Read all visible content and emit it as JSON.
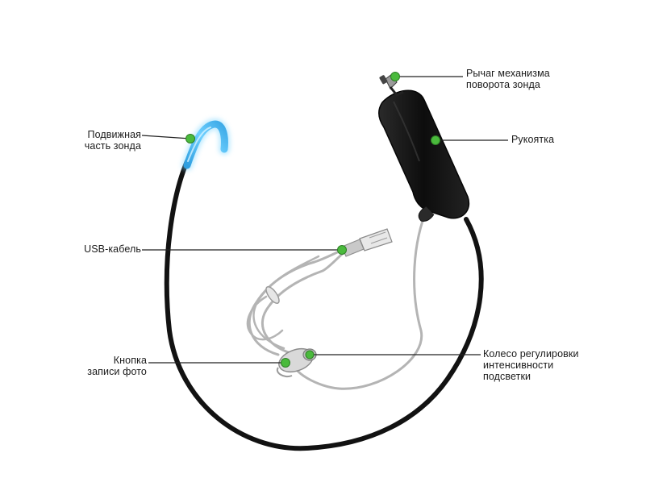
{
  "callouts": {
    "movable_part": [
      "Подвижная",
      "часть зонда"
    ],
    "usb_cable": [
      "USB-кабель"
    ],
    "photo_button": [
      "Кнопка",
      "записи фото"
    ],
    "lever": [
      "Рычаг механизма",
      "поворота зонда"
    ],
    "handle": [
      "Рукоятка"
    ],
    "brightness_wheel": [
      "Колесо регулировки",
      "интенсивности",
      "подсветки"
    ]
  },
  "colors": {
    "probe_cable": "#121212",
    "probe_tip": "#4cb8ee",
    "usb_cable": "#b4b4b4",
    "handle": "#161616",
    "marker": "#4aba3c",
    "leader_line": "#222222"
  }
}
